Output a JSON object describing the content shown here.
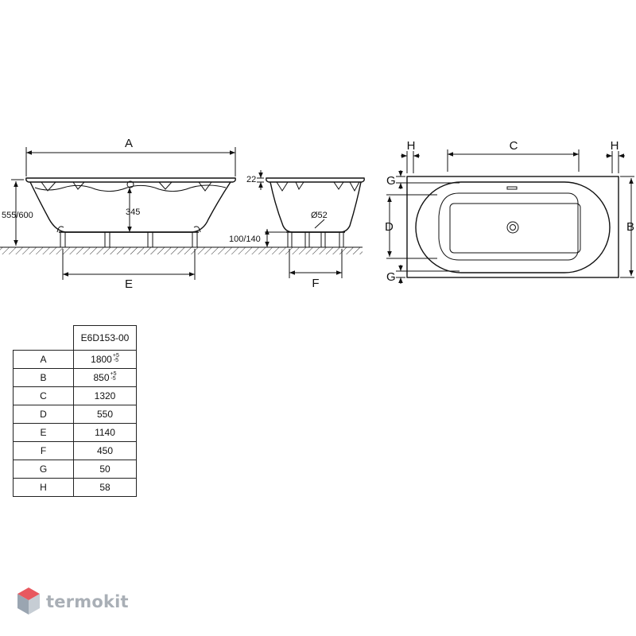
{
  "drawing": {
    "labels": {
      "A": "A",
      "B": "B",
      "C": "C",
      "D": "D",
      "E": "E",
      "F": "F",
      "G": "G",
      "H": "H",
      "height": "555/600",
      "inner_depth": "345",
      "rim": "22",
      "drain": "Ø52",
      "feet": "100/140"
    }
  },
  "table": {
    "header": "E6D153-00",
    "rows": [
      {
        "key": "A",
        "value": "1800",
        "tol_plus": "+5",
        "tol_minus": "-5"
      },
      {
        "key": "B",
        "value": "850",
        "tol_plus": "+5",
        "tol_minus": "-5"
      },
      {
        "key": "C",
        "value": "1320",
        "tol_plus": "",
        "tol_minus": ""
      },
      {
        "key": "D",
        "value": "550",
        "tol_plus": "",
        "tol_minus": ""
      },
      {
        "key": "E",
        "value": "1140",
        "tol_plus": "",
        "tol_minus": ""
      },
      {
        "key": "F",
        "value": "450",
        "tol_plus": "",
        "tol_minus": ""
      },
      {
        "key": "G",
        "value": "50",
        "tol_plus": "",
        "tol_minus": ""
      },
      {
        "key": "H",
        "value": "58",
        "tol_plus": "",
        "tol_minus": ""
      }
    ]
  },
  "logo": {
    "text": "termokit",
    "icon": "cube-icon",
    "colors": {
      "top": "#e8585f",
      "left": "#9aa5b1",
      "right": "#c6cdd4",
      "text": "#a9afb6"
    }
  }
}
